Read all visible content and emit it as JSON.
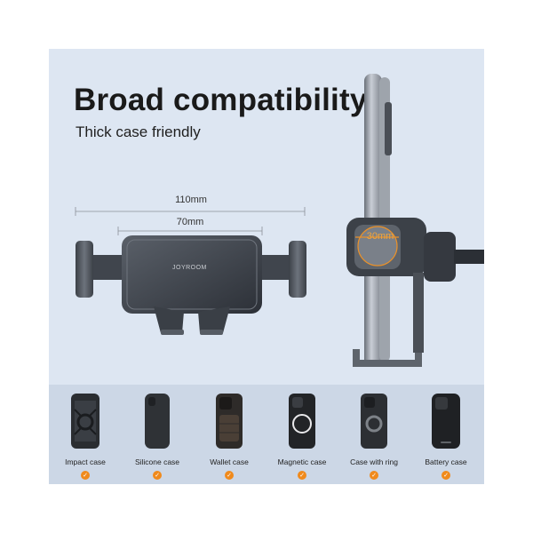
{
  "header": {
    "title": "Broad compatibility",
    "subtitle": "Thick case friendly"
  },
  "dimensions": {
    "outer_width": "110mm",
    "inner_width": "70mm",
    "clamp_depth": "30mm"
  },
  "product": {
    "brand": "JOYROOM"
  },
  "cases": [
    {
      "label": "Impact case",
      "icon": "impact-case-icon"
    },
    {
      "label": "Silicone case",
      "icon": "silicone-case-icon"
    },
    {
      "label": "Wallet case",
      "icon": "wallet-case-icon"
    },
    {
      "label": "Magnetic case",
      "icon": "magnetic-case-icon"
    },
    {
      "label": "Case with ring",
      "icon": "ring-case-icon"
    },
    {
      "label": "Battery case",
      "icon": "battery-case-icon"
    }
  ],
  "colors": {
    "panel": "#dde6f2",
    "bottom_strip": "#ccd7e6",
    "check": "#f08a1c",
    "accent_ring": "#e8912b"
  }
}
